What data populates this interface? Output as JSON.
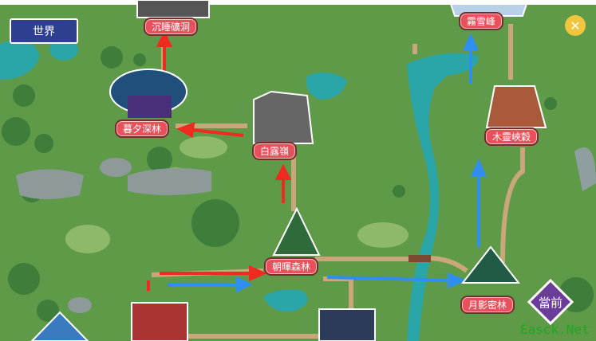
{
  "header": {
    "world_button": "世界",
    "close_icon": "close-icon"
  },
  "locations": [
    {
      "id": "mine",
      "label": "沉睡礦洞"
    },
    {
      "id": "dusk-forest",
      "label": "暮夕深林"
    },
    {
      "id": "white-dew-ridge",
      "label": "白露嶺"
    },
    {
      "id": "mist-snow-peak",
      "label": "霧雪峰"
    },
    {
      "id": "wood-spirit-canyon",
      "label": "木靈峽穀"
    },
    {
      "id": "dawn-forest",
      "label": "朝暉森林"
    },
    {
      "id": "moon-shadow-forest",
      "label": "月影密林"
    }
  ],
  "current_marker": "當前",
  "watermark": "Easck.Net",
  "colors": {
    "grass": "#5e9a48",
    "water": "#2aa6a8",
    "path": "#c9a77a",
    "label": "#e8515c",
    "red_arrow": "#f02a1e",
    "blue_arrow": "#2f8ff0",
    "current": "#6a3d9a"
  }
}
